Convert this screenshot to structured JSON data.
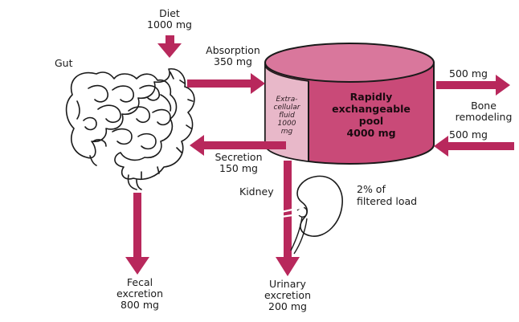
{
  "colors": {
    "arrow": "#b8285c",
    "cylinder_main": "#c94a78",
    "cylinder_top": "#d9779c",
    "ecf_panel": "#e8b8c9",
    "outline": "#1a1a1a"
  },
  "labels": {
    "diet": [
      "Diet",
      "1000 mg"
    ],
    "absorption": [
      "Absorption",
      "350 mg"
    ],
    "gut": "Gut",
    "secretion": [
      "Secretion",
      "150 mg"
    ],
    "ecf": [
      "Extra-",
      "cellular",
      "fluid",
      "1000",
      "mg"
    ],
    "pool": [
      "Rapidly",
      "exchangeable",
      "pool",
      "4000 mg"
    ],
    "bone_out": "500 mg",
    "bone": [
      "Bone",
      "remodeling"
    ],
    "bone_in": "500 mg",
    "kidney": "Kidney",
    "filtered": [
      "2% of",
      "filtered load"
    ],
    "fecal": [
      "Fecal",
      "excretion",
      "800 mg"
    ],
    "urinary": [
      "Urinary",
      "excretion",
      "200 mg"
    ]
  },
  "icons": {
    "gut": "intestine-illustration",
    "kidney": "kidney-illustration"
  }
}
